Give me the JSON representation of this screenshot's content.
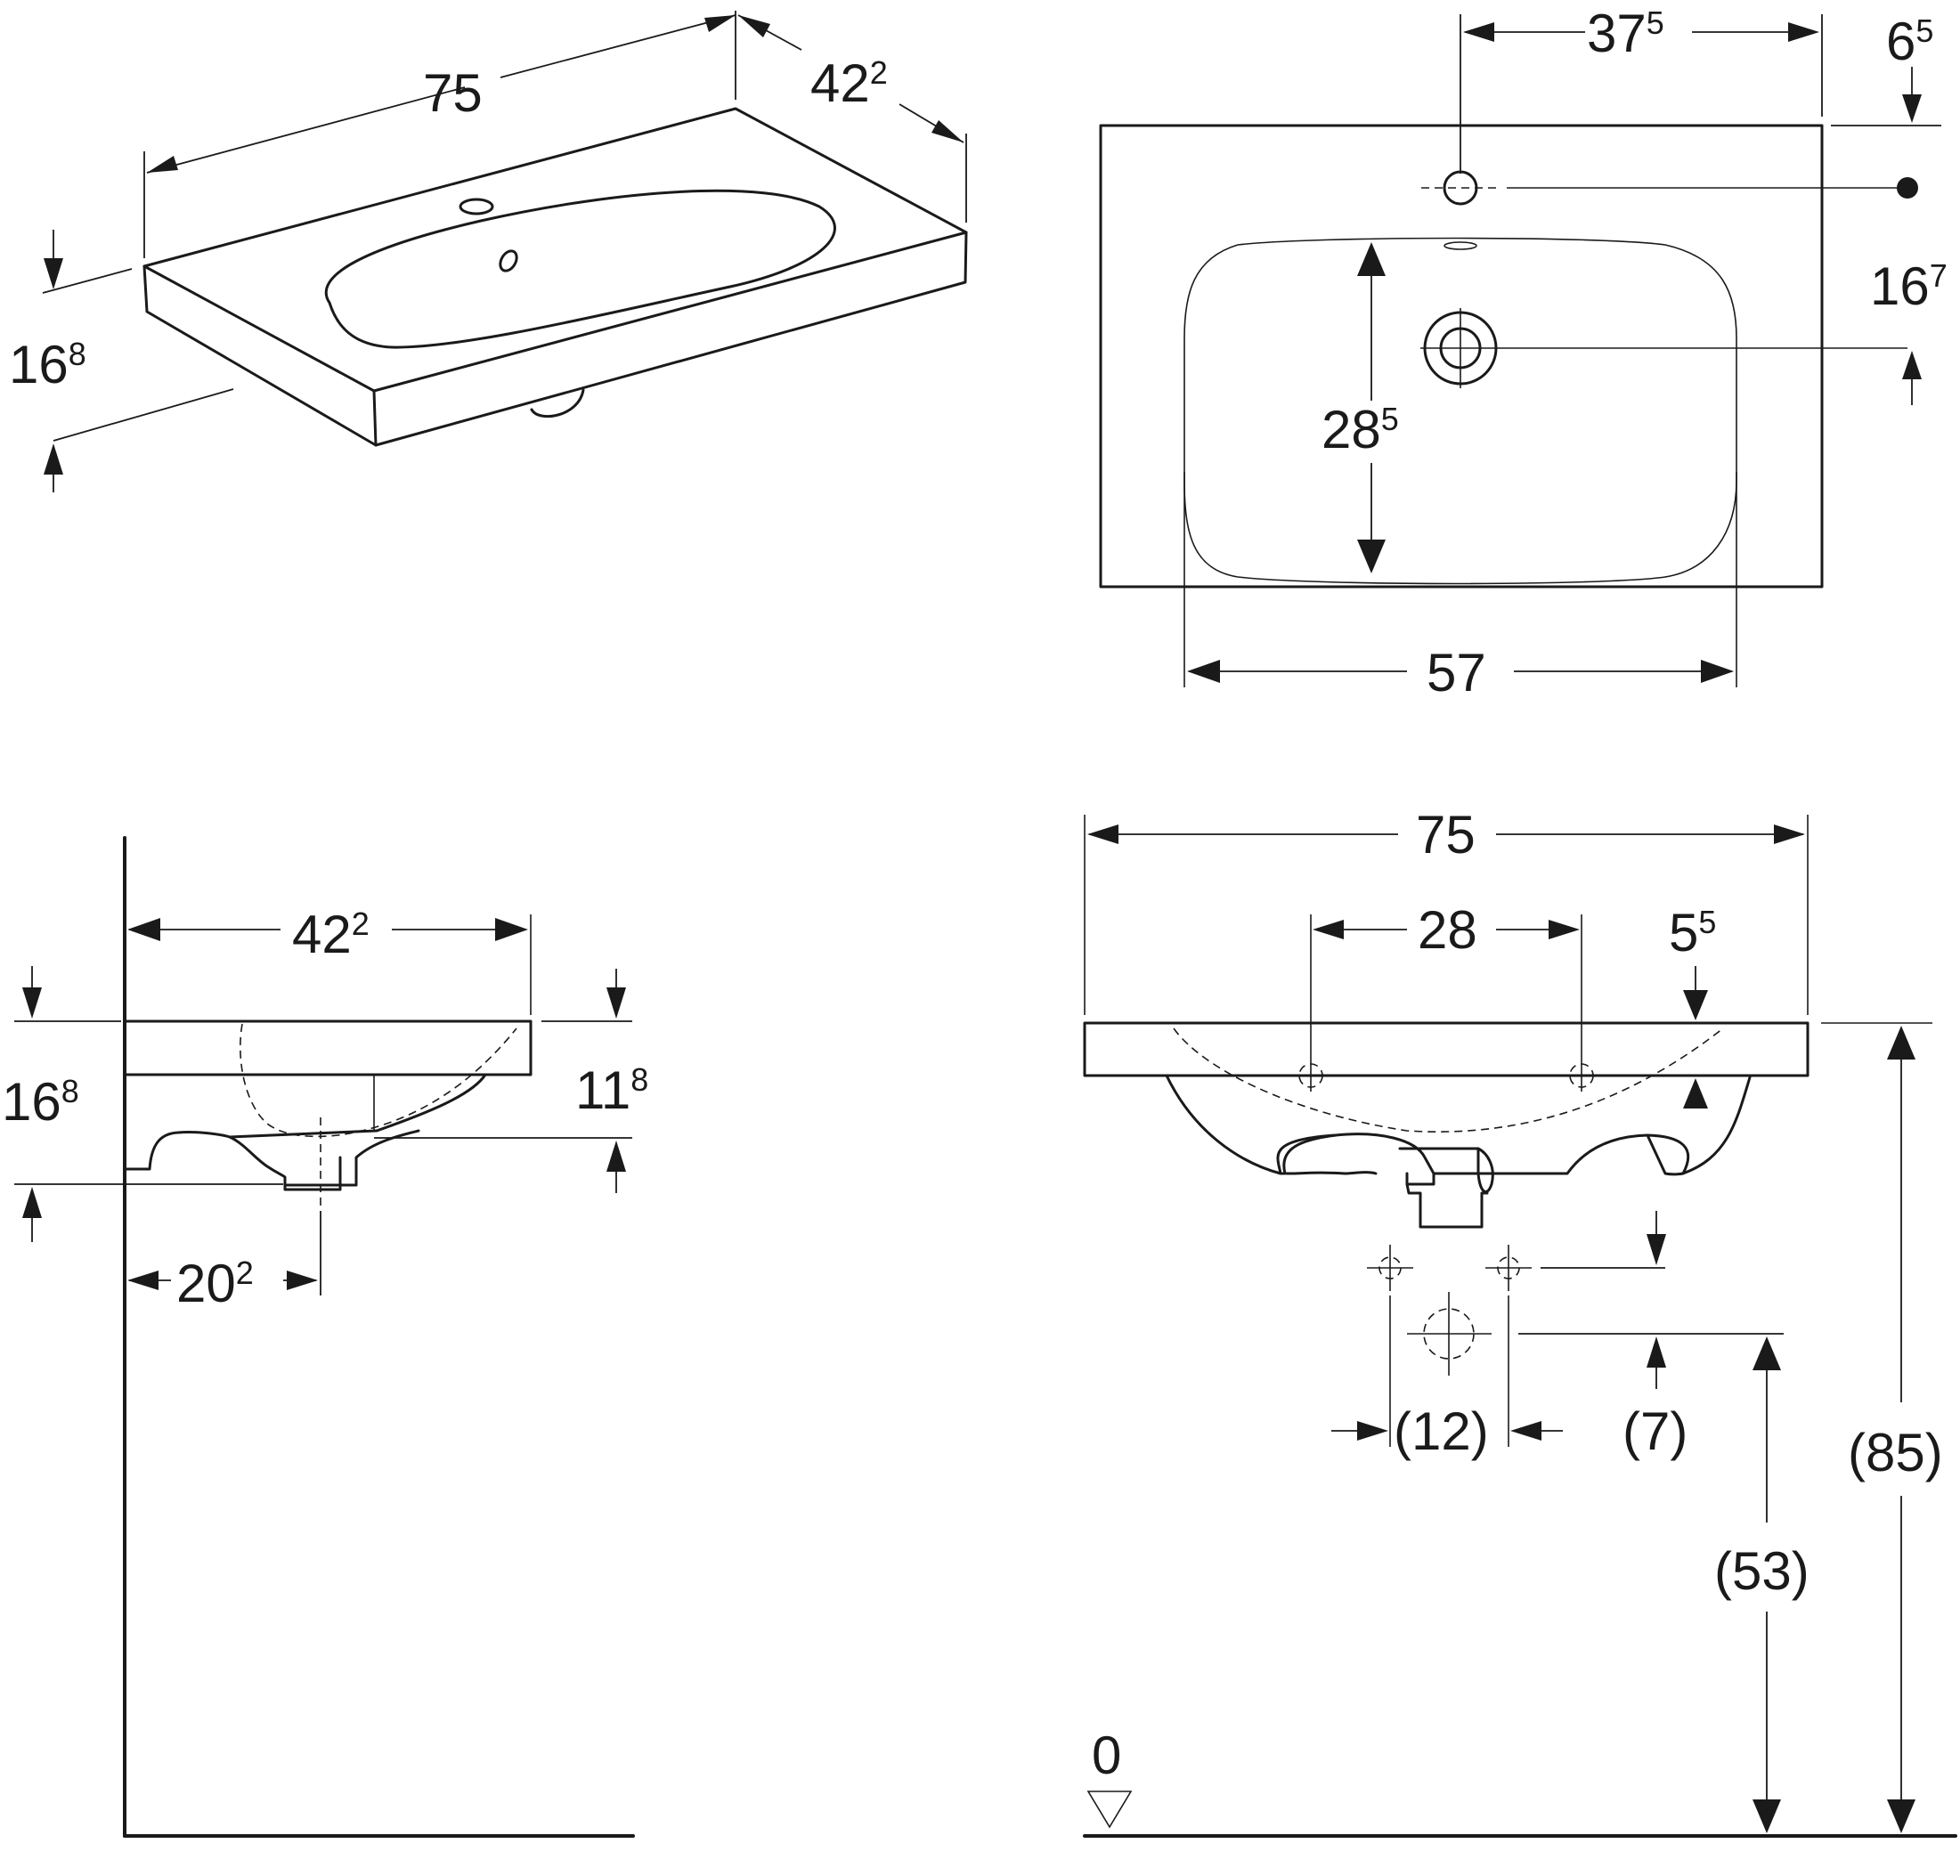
{
  "iso_view": {
    "width": {
      "main": "75",
      "sup": ""
    },
    "depth": {
      "main": "42",
      "sup": "2"
    },
    "height": {
      "main": "16",
      "sup": "8"
    }
  },
  "top_view": {
    "tap_offset": {
      "main": "37",
      "sup": "5"
    },
    "edge_to_tap": {
      "main": "6",
      "sup": "5"
    },
    "tap_to_drain": {
      "main": "16",
      "sup": "7"
    },
    "bowl_depth": {
      "main": "28",
      "sup": "5"
    },
    "bowl_width": {
      "main": "57",
      "sup": ""
    }
  },
  "side_view": {
    "depth": {
      "main": "42",
      "sup": "2"
    },
    "height": {
      "main": "16",
      "sup": "8"
    },
    "inner_height": {
      "main": "11",
      "sup": "8"
    },
    "drain_offset": {
      "main": "20",
      "sup": "2"
    }
  },
  "front_view": {
    "width": {
      "main": "75",
      "sup": ""
    },
    "mount_spacing": {
      "main": "28",
      "sup": ""
    },
    "rim_offset": {
      "main": "5",
      "sup": "5"
    },
    "supply_spacing": {
      "main": "(12)",
      "sup": ""
    },
    "supply_offset": {
      "main": "(7)",
      "sup": ""
    },
    "drain_height": {
      "main": "(53)",
      "sup": ""
    },
    "rim_height": {
      "main": "(85)",
      "sup": ""
    },
    "floor_level": {
      "main": "0",
      "sup": ""
    }
  }
}
